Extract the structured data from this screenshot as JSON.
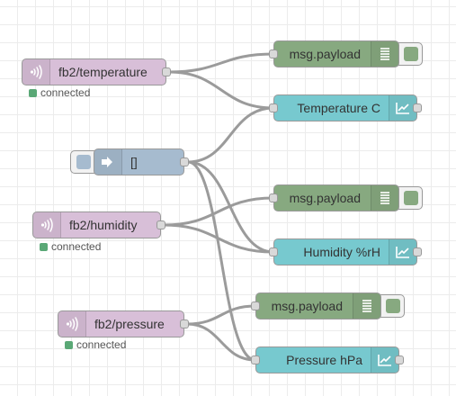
{
  "colors": {
    "mqtt_node": "#d8bfd8",
    "debug_node": "#87a980",
    "chart_node": "#77c9cf",
    "inject_node": "#a6bbcf",
    "status_connected": "#5aa876",
    "wire": "#9b9b9b"
  },
  "nodes": {
    "mqtt_temperature": {
      "label": "fb2/temperature",
      "status": "connected",
      "icon": "mqtt-wave-icon"
    },
    "mqtt_humidity": {
      "label": "fb2/humidity",
      "status": "connected",
      "icon": "mqtt-wave-icon"
    },
    "mqtt_pressure": {
      "label": "fb2/pressure",
      "status": "connected",
      "icon": "mqtt-wave-icon"
    },
    "inject": {
      "label": "[]",
      "icon": "inject-arrow-icon"
    },
    "debug_1": {
      "label": "msg.payload",
      "icon": "debug-list-icon"
    },
    "debug_2": {
      "label": "msg.payload",
      "icon": "debug-list-icon"
    },
    "debug_3": {
      "label": "msg.payload",
      "icon": "debug-list-icon"
    },
    "chart_temperature": {
      "label": "Temperature C",
      "icon": "chart-line-icon"
    },
    "chart_humidity": {
      "label": "Humidity %rH",
      "icon": "chart-line-icon"
    },
    "chart_pressure": {
      "label": "Pressure hPa",
      "icon": "chart-line-icon"
    }
  }
}
